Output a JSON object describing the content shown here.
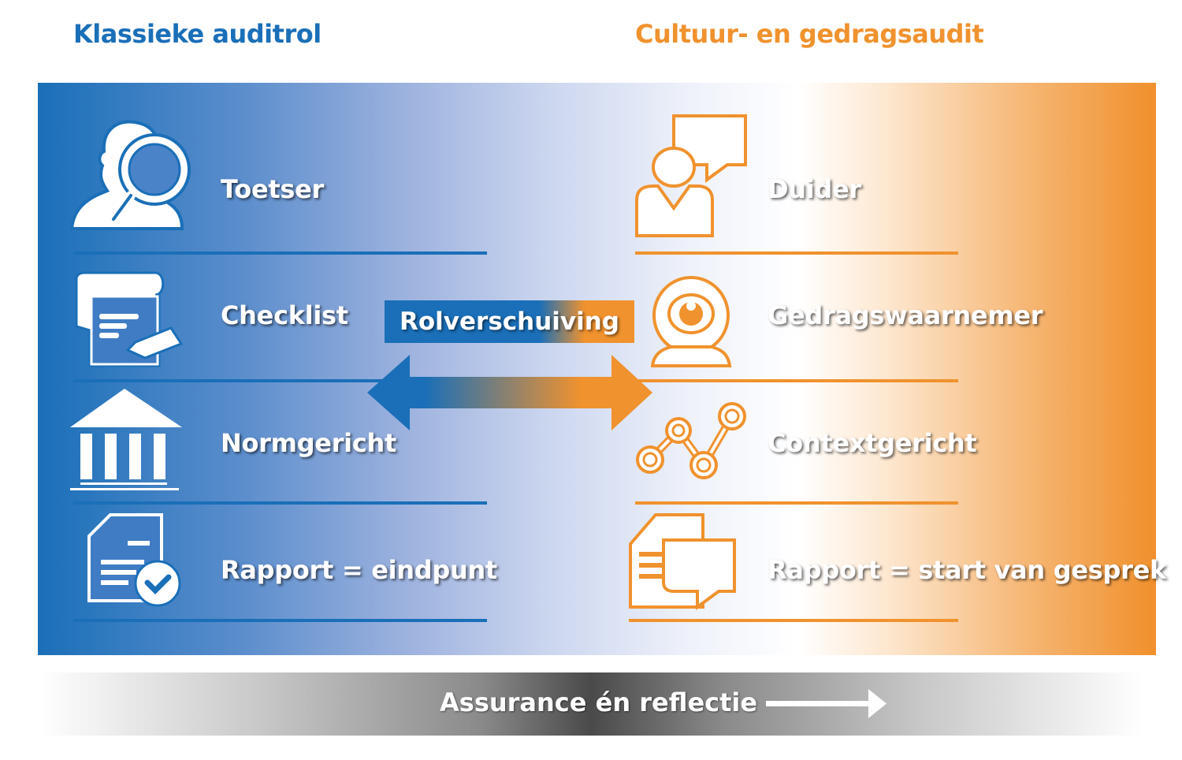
{
  "titles": {
    "left": "Klassieke auditrol",
    "right": "Cultuur- en gedragsaudit"
  },
  "left_items": [
    {
      "label": "Toetser",
      "icon": "person-magnifier-icon"
    },
    {
      "label": "Checklist",
      "icon": "checklist-scroll-icon"
    },
    {
      "label": "Normgericht",
      "icon": "institution-building-icon"
    },
    {
      "label": "Rapport = eindpunt",
      "icon": "report-check-icon"
    }
  ],
  "right_items": [
    {
      "label": "Duider",
      "icon": "person-speech-icon"
    },
    {
      "label": "Gedragswaarnemer",
      "icon": "webcam-observer-icon"
    },
    {
      "label": "Contextgericht",
      "icon": "connected-nodes-icon"
    },
    {
      "label": "Rapport = start van gesprek",
      "icon": "report-speech-icon"
    }
  ],
  "center": {
    "label": "Rolverschuiving",
    "arrow": "double-arrow-icon"
  },
  "bottom": {
    "label": "Assurance én reflectie",
    "arrow": "right-arrow-icon"
  },
  "colors": {
    "blue": "#1a6fb8",
    "orange": "#f0922e"
  }
}
